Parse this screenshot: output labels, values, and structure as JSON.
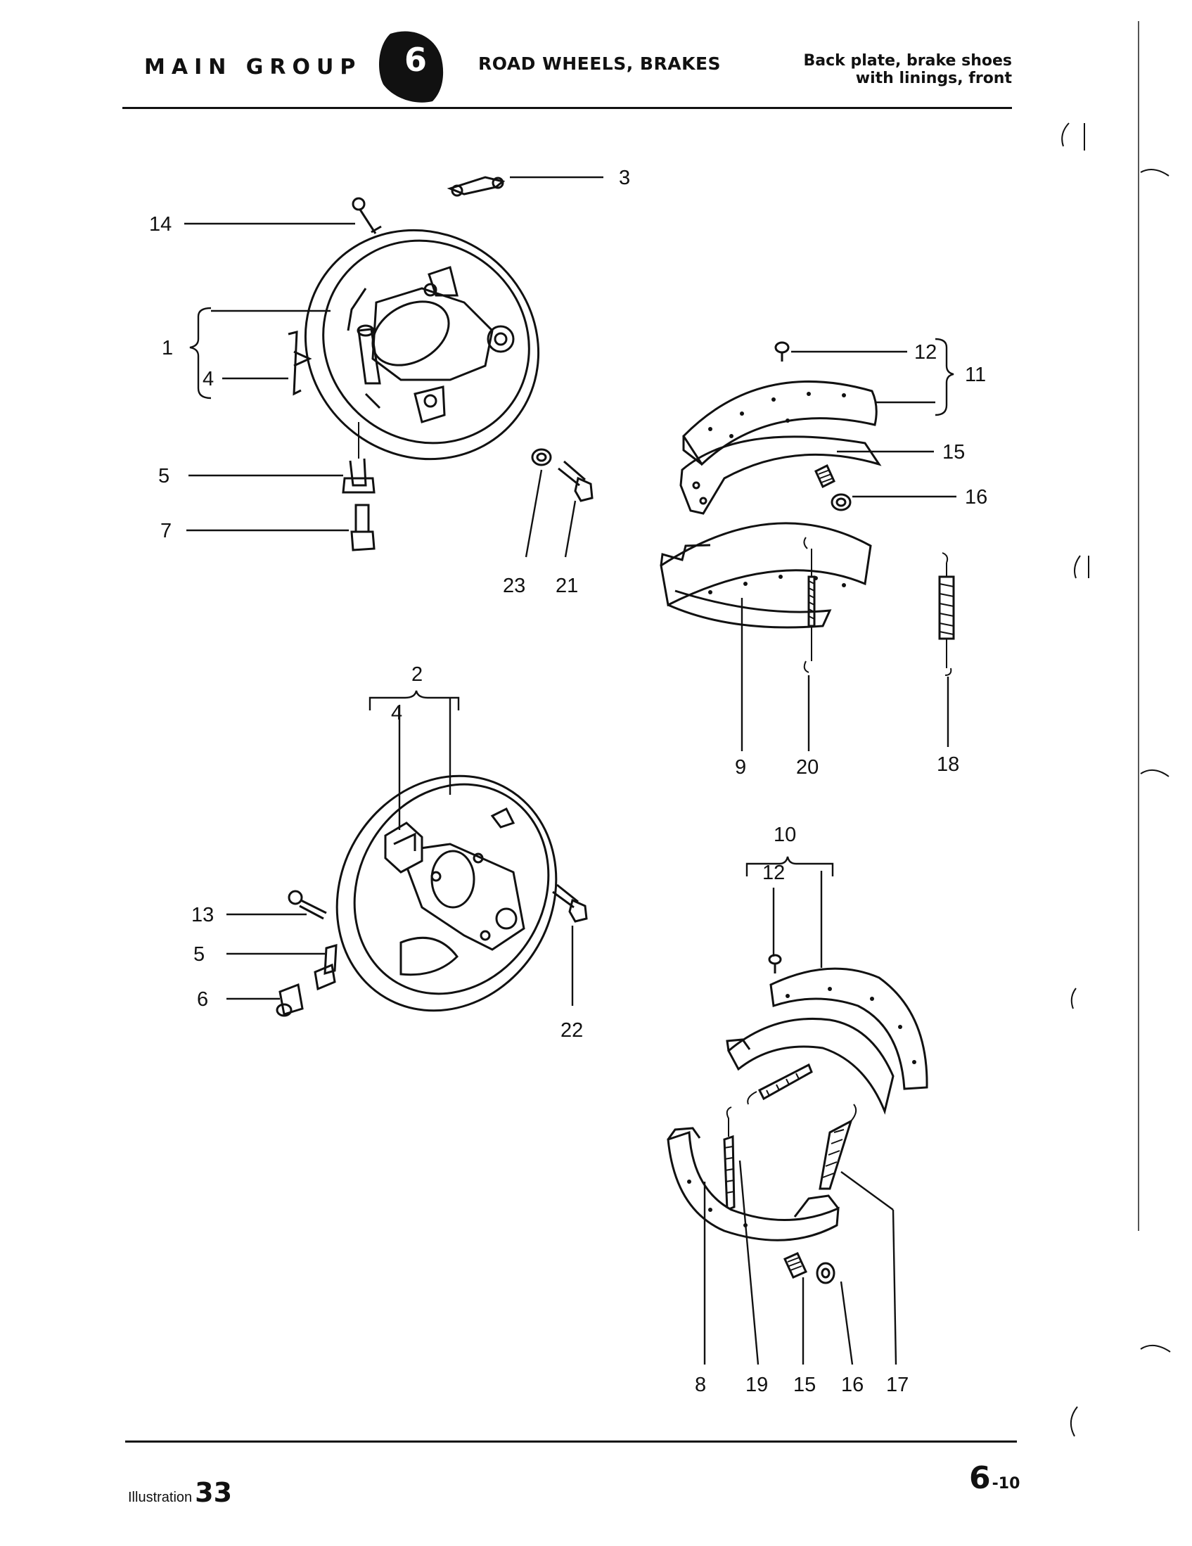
{
  "header": {
    "main_group_label": "MAIN GROUP",
    "group_number": "6",
    "section_title": "ROAD WHEELS, BRAKES",
    "subtitle_line1": "Back plate, brake shoes",
    "subtitle_line2": "with linings, front"
  },
  "footer": {
    "illustration_label": "Illustration",
    "illustration_number": "33",
    "page_number": "6",
    "page_sub": "-10"
  },
  "callouts": {
    "c1": "1",
    "c2": "2",
    "c3": "3",
    "c4a": "4",
    "c4b": "4",
    "c5a": "5",
    "c5b": "5",
    "c6": "6",
    "c7": "7",
    "c8": "8",
    "c9": "9",
    "c10": "10",
    "c11": "11",
    "c12a": "12",
    "c12b": "12",
    "c13": "13",
    "c14": "14",
    "c15a": "15",
    "c15b": "15",
    "c16a": "16",
    "c16b": "16",
    "c17": "17",
    "c18": "18",
    "c19": "19",
    "c20": "20",
    "c21": "21",
    "c22": "22",
    "c23": "23"
  }
}
